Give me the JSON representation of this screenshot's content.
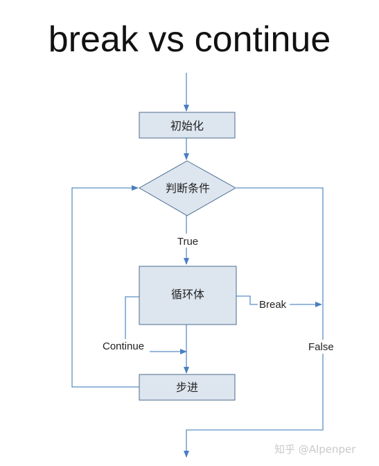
{
  "title": "break vs continue",
  "nodes": {
    "init": "初始化",
    "condition": "判断条件",
    "body": "循环体",
    "step": "步进"
  },
  "edge_labels": {
    "true": "True",
    "false": "False",
    "break": "Break",
    "continue": "Continue"
  },
  "watermark": "知乎 @Alpenper",
  "colors": {
    "box_fill": "#dde5ef",
    "box_stroke": "#4a6b8e",
    "line": "#5b8ec6",
    "arrow": "#4a7fbf"
  }
}
